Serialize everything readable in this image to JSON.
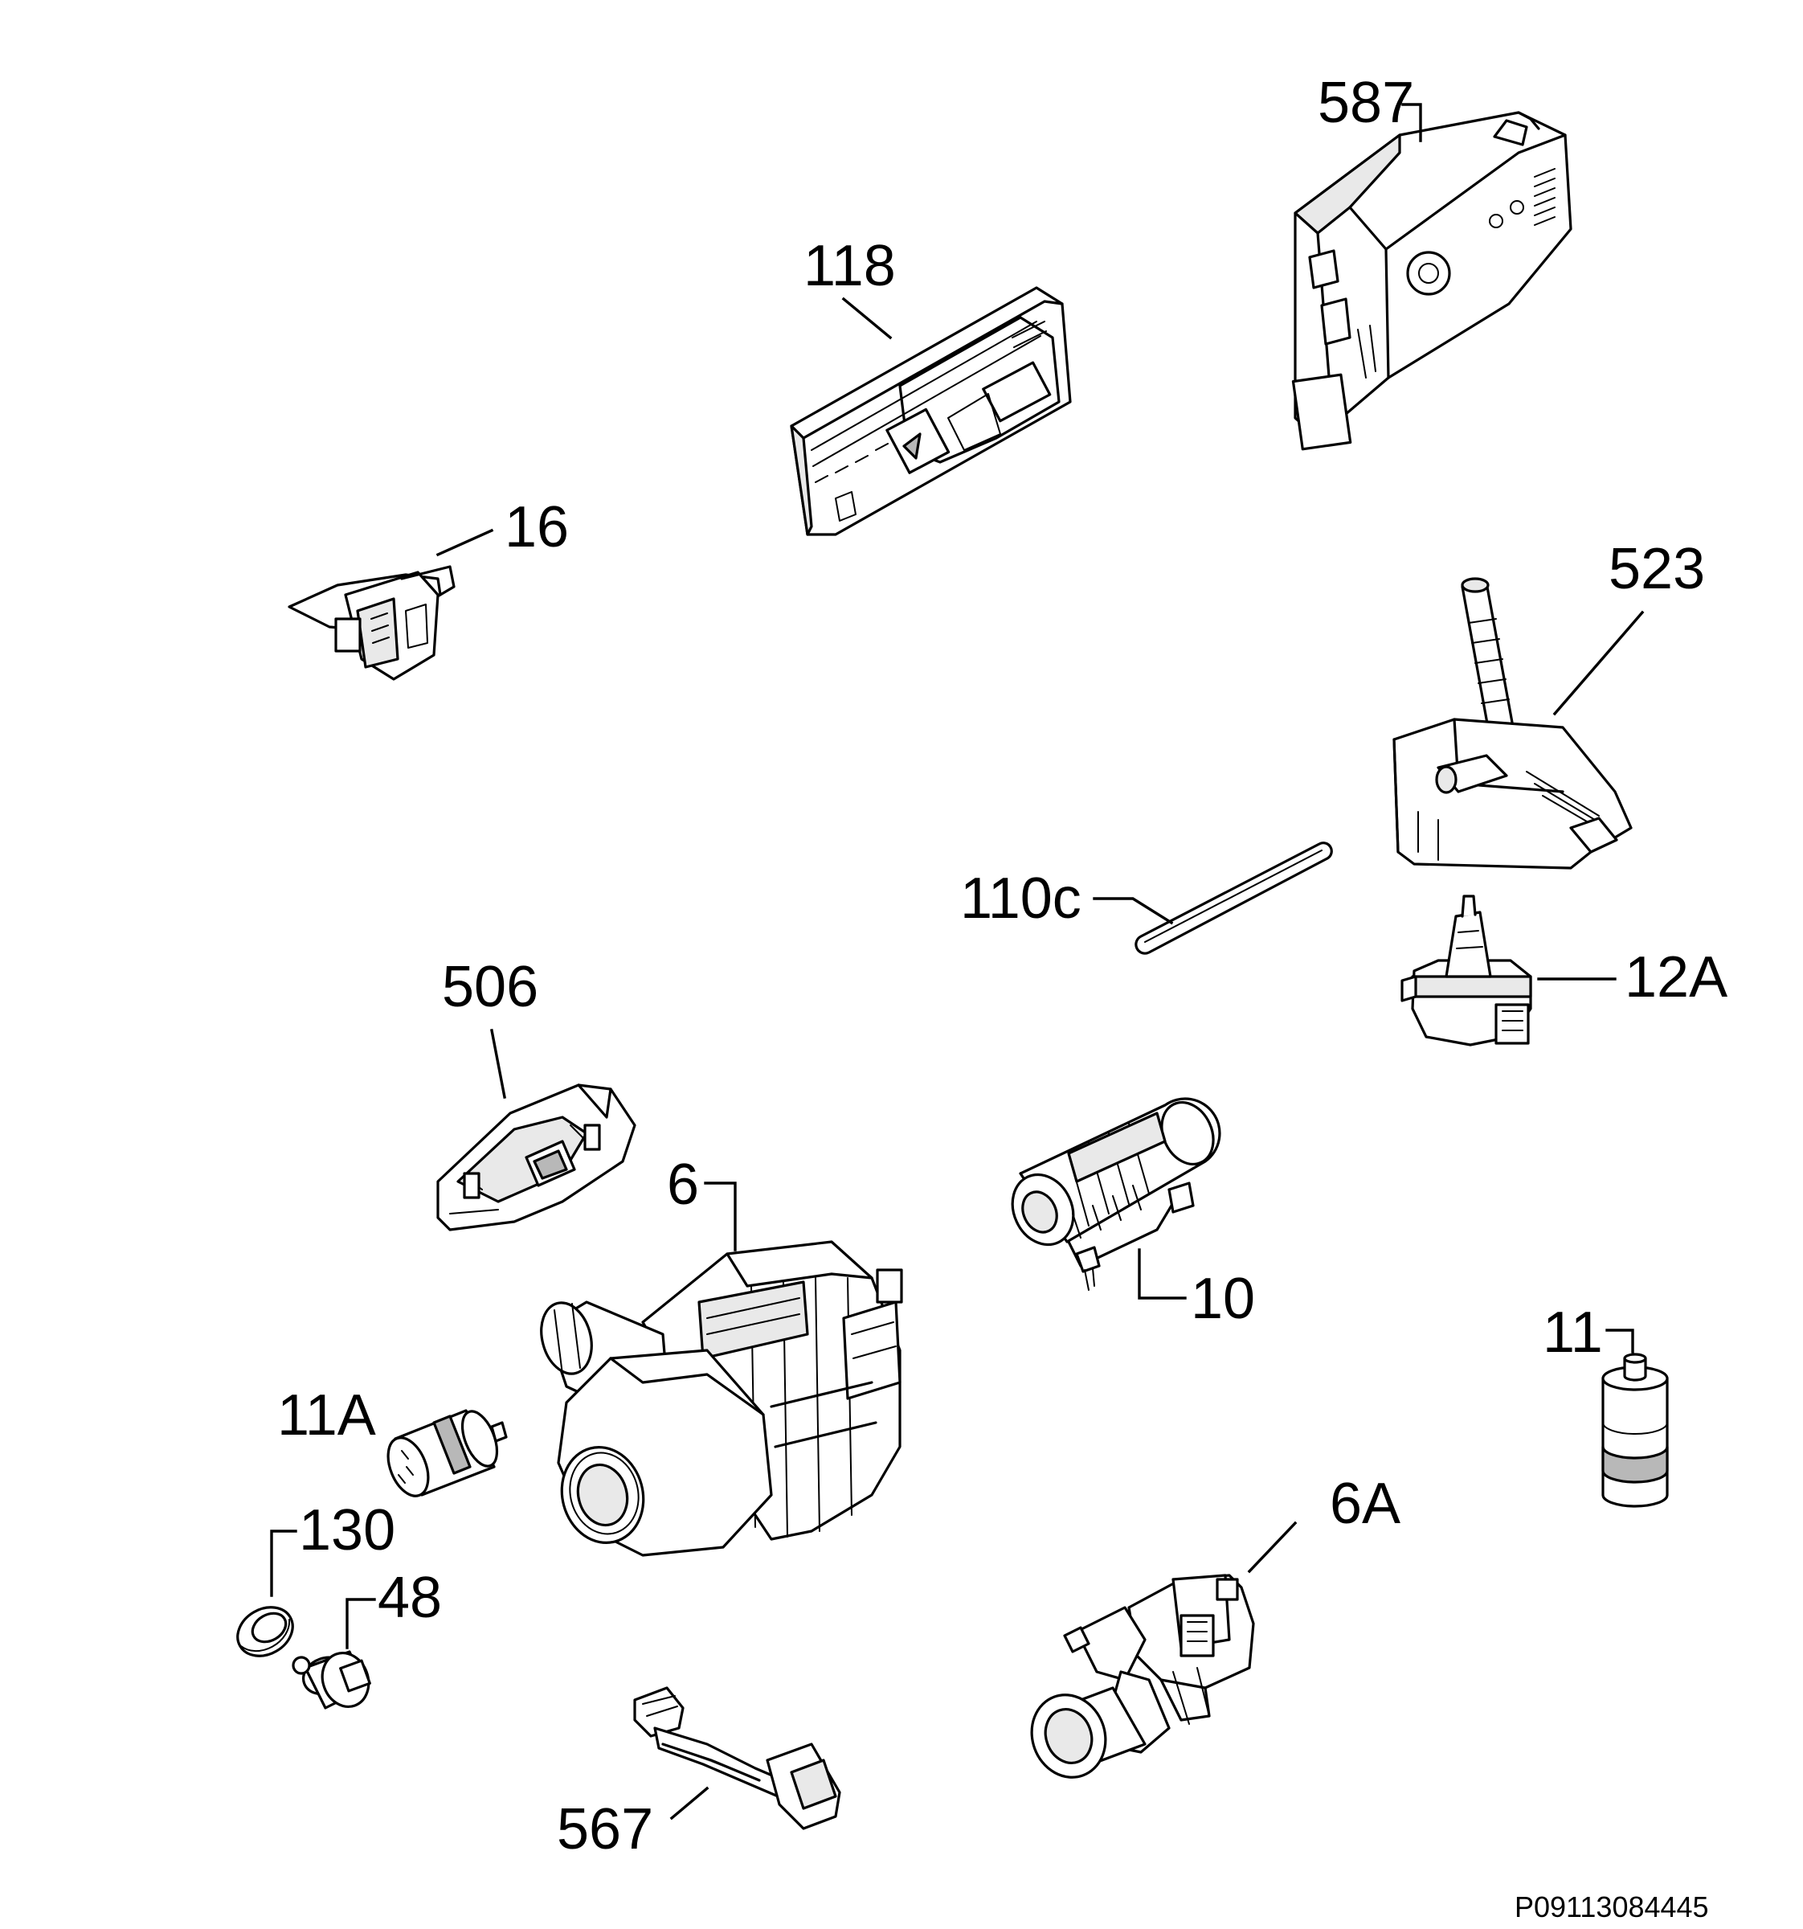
{
  "diagram_code": "P09113084445",
  "parts": [
    {
      "id": "part-587",
      "label": "587"
    },
    {
      "id": "part-118",
      "label": "118"
    },
    {
      "id": "part-16",
      "label": "16"
    },
    {
      "id": "part-523",
      "label": "523"
    },
    {
      "id": "part-110c",
      "label": "110c"
    },
    {
      "id": "part-12a",
      "label": "12A"
    },
    {
      "id": "part-506",
      "label": "506"
    },
    {
      "id": "part-6",
      "label": "6"
    },
    {
      "id": "part-10",
      "label": "10"
    },
    {
      "id": "part-11",
      "label": "11"
    },
    {
      "id": "part-11a",
      "label": "11A"
    },
    {
      "id": "part-130",
      "label": "130"
    },
    {
      "id": "part-48",
      "label": "48"
    },
    {
      "id": "part-6a",
      "label": "6A"
    },
    {
      "id": "part-567",
      "label": "567"
    }
  ]
}
